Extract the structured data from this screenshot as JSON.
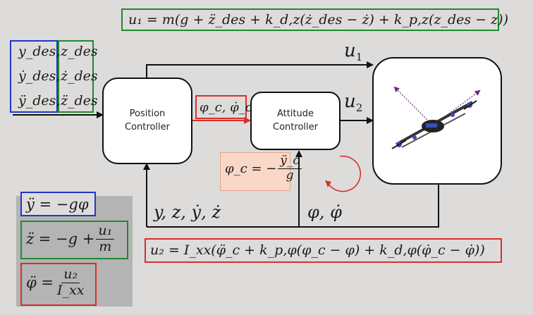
{
  "top_equation": "u₁ = m(g + z̈_des + k_d,z(ż_des − ż) + k_p,z(z_des − z))",
  "inputs": {
    "y_col": [
      "y_des,",
      "ẏ_des,",
      "ÿ_des,"
    ],
    "z_col": [
      "z_des",
      "ż_des",
      "z̈_des"
    ]
  },
  "blocks": {
    "position_controller": [
      "Position",
      "Controller"
    ],
    "attitude_controller": [
      "Attitude",
      "Controller"
    ]
  },
  "signals": {
    "u1": "u",
    "u1_sub": "1",
    "u2": "u",
    "u2_sub": "2",
    "phi_c": "φ_c, φ̇_c",
    "position_feedback": "y, z, ẏ, ż",
    "attitude_feedback": "φ, φ̇"
  },
  "phi_c_formula": {
    "lhs": "φ_c = −",
    "num": "ÿ_c",
    "den": "g"
  },
  "dynamics": {
    "y_eq": "ÿ = −gφ",
    "z_eq_lhs": "z̈ = −g +",
    "z_eq_num": "u₁",
    "z_eq_den": "m",
    "phi_eq_lhs": "φ̈ =",
    "phi_eq_num": "u₂",
    "phi_eq_den": "I_xx"
  },
  "bottom_equation": "u₂ = I_xx(φ̈_c + k_p,φ(φ_c − φ) + k_d,φ(φ̇_c − φ̇))",
  "colors": {
    "green": "#1f8a2e",
    "blue": "#2236c8",
    "red": "#d6302a",
    "formula_fill": "#f9d8c8",
    "dyn_panel": "#b4b4b4"
  }
}
